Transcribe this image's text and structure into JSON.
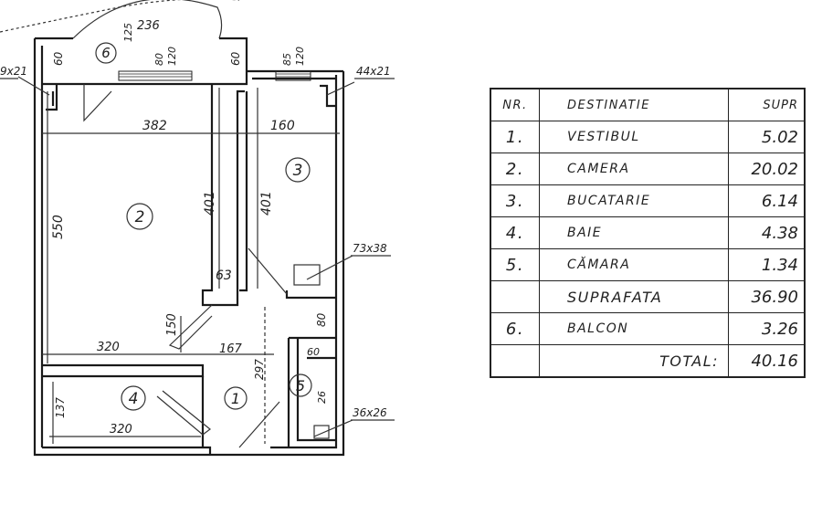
{
  "plan": {
    "rooms": [
      {
        "id": "6"
      },
      {
        "id": "2"
      },
      {
        "id": "3"
      },
      {
        "id": "4"
      },
      {
        "id": "1"
      },
      {
        "id": "5"
      }
    ],
    "dims": {
      "d_236": "236",
      "d_125": "125",
      "d_60a": "60",
      "d_60b": "60",
      "d_60c": "60",
      "d_80": "80",
      "d_120a": "120",
      "d_85": "85",
      "d_120b": "120",
      "d_382": "382",
      "d_160": "160",
      "d_550": "550",
      "d_401a": "401",
      "d_401b": "401",
      "d_63": "63",
      "d_150": "150",
      "d_320a": "320",
      "d_167": "167",
      "d_297": "297",
      "d_80b": "80",
      "d_137": "137",
      "d_320b": "320",
      "d_26": "26",
      "w_left": "9x21",
      "w_right": "44x21",
      "w_kitchen": "73x38",
      "w_bath": "36x26"
    }
  },
  "table": {
    "headers": {
      "nr": "NR.",
      "dest": "DESTINATIE",
      "supr": "SUPR"
    },
    "rows": [
      {
        "nr": "1.",
        "dest": "VESTIBUL",
        "supr": "5.02"
      },
      {
        "nr": "2.",
        "dest": "CAMERA",
        "supr": "20.02"
      },
      {
        "nr": "3.",
        "dest": "BUCATARIE",
        "supr": "6.14"
      },
      {
        "nr": "4.",
        "dest": "BAIE",
        "supr": "4.38"
      },
      {
        "nr": "5.",
        "dest": "CĂMARA",
        "supr": "1.34"
      }
    ],
    "subtotal": {
      "label": "SUPRAFATA",
      "value": "36.90"
    },
    "balcon": {
      "nr": "6.",
      "dest": "BALCON",
      "supr": "3.26"
    },
    "total": {
      "label": "TOTAL:",
      "value": "40.16"
    }
  }
}
